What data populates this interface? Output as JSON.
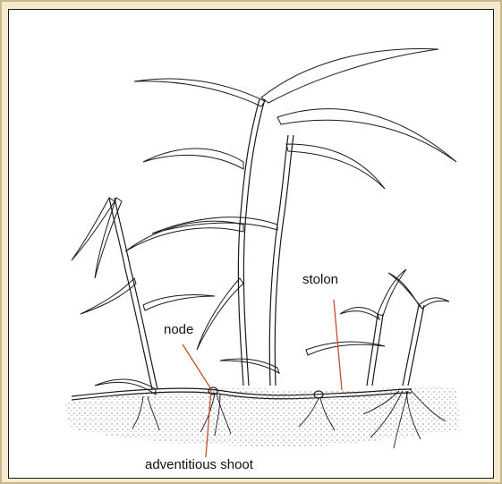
{
  "labels": {
    "stolon": "stolon",
    "node": "node",
    "adventitious_shoot": "adventitious shoot"
  },
  "colors": {
    "background": "#f4ead0",
    "panel": "#ffffff",
    "ink": "#1a1a1a",
    "leader_line": "#c0502a"
  }
}
